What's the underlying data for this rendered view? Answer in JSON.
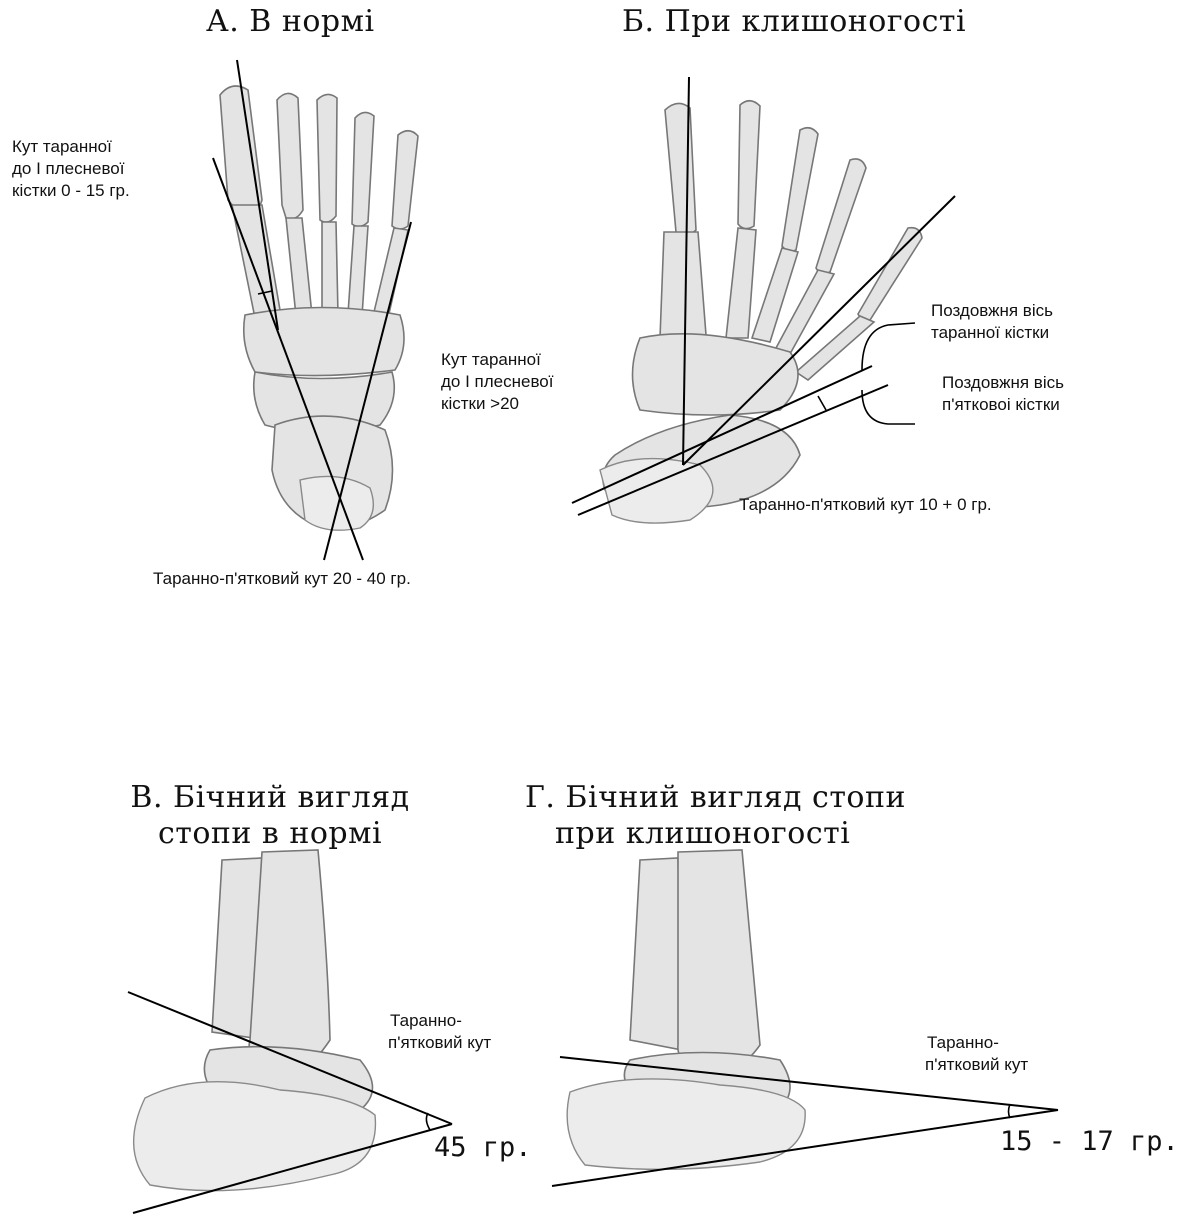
{
  "panel_a": {
    "title": "А. В нормі",
    "label_angle_talus_metatarsal": [
      "Кут таранної",
      "до I плесневої",
      "кістки 0 - 15 гр."
    ],
    "label_angle_talus_metatarsal_right": [
      "Кут таранної",
      "до I плесневої",
      "кістки >20"
    ],
    "label_talocalcaneal": "Таранно-п'ятковий кут 20 - 40 гр."
  },
  "panel_b": {
    "title": "Б. При клишоногості",
    "label_talus_axis": [
      "Поздовжня вісь",
      "таранної кістки"
    ],
    "label_calcaneus_axis": [
      "Поздовжня вісь",
      "п'ятковоі кістки"
    ],
    "label_talocalcaneal": "Таранно-п'ятковий кут 10 + 0 гр."
  },
  "panel_c": {
    "title": [
      "В. Бічний вигляд",
      "стопи в нормі"
    ],
    "label_angle": [
      "Таранно-",
      "п'ятковий кут"
    ],
    "value": "45 гр."
  },
  "panel_d": {
    "title": [
      "Г. Бічний вигляд стопи",
      "при клишоногості"
    ],
    "label_angle": [
      "Таранно-",
      "п'ятковий кут"
    ],
    "value": "15 - 17 гр."
  },
  "colors": {
    "bone_fill": "#e4e4e4",
    "bone_stroke": "#777777",
    "line": "#000000"
  }
}
